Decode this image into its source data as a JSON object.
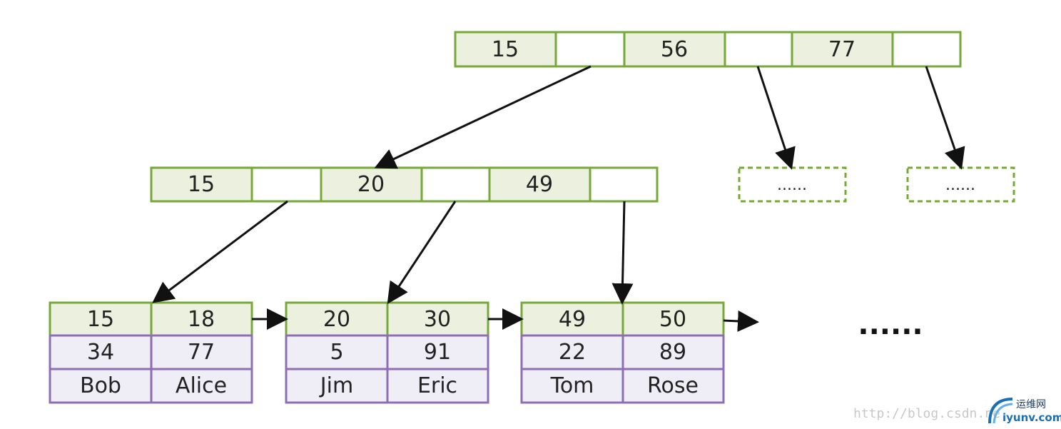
{
  "root": {
    "cells": [
      "15",
      "",
      "56",
      "",
      "77",
      ""
    ]
  },
  "internal": {
    "cells": [
      "15",
      "",
      "20",
      "",
      "49",
      ""
    ]
  },
  "placeholders": [
    "......",
    "......"
  ],
  "leaves": [
    {
      "keys": [
        "15",
        "18"
      ],
      "values": [
        "34",
        "77"
      ],
      "names": [
        "Bob",
        "Alice"
      ]
    },
    {
      "keys": [
        "20",
        "30"
      ],
      "values": [
        "5",
        "91"
      ],
      "names": [
        "Jim",
        "Eric"
      ]
    },
    {
      "keys": [
        "49",
        "50"
      ],
      "values": [
        "22",
        "89"
      ],
      "names": [
        "Tom",
        "Rose"
      ]
    }
  ],
  "trailing_ellipsis": "......",
  "watermark": "http://blog.csdn.ne",
  "logo": {
    "cn": "运维网",
    "en": "iyunv.com"
  },
  "colors": {
    "key_fill": "#ebf1de",
    "key_border": "#77a83a",
    "row_fill": "#efedf6",
    "row_border": "#8e6fb5",
    "arrow": "#111111"
  }
}
